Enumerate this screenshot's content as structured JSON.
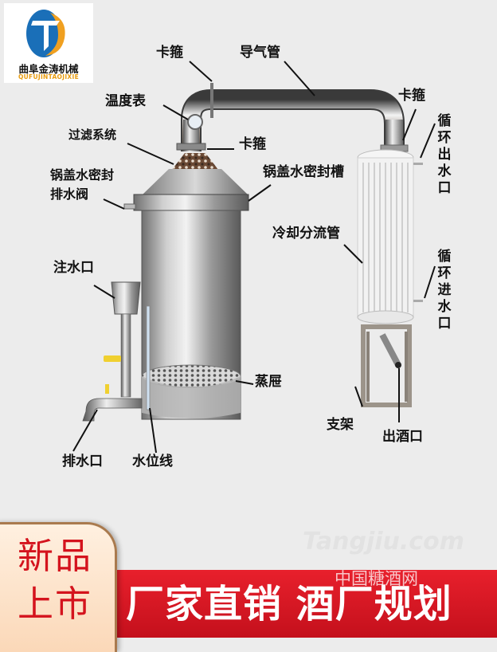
{
  "logo": {
    "company_cn": "曲阜金涛机械",
    "company_en": "QUFUJINTAOJIXIE",
    "colors": {
      "blue": "#1a6fb8",
      "orange": "#f0a020"
    }
  },
  "diagram": {
    "title_labels": {
      "clamp_top": "卡箍",
      "vapor_pipe": "导气管",
      "thermometer": "温度表",
      "filter_system": "过滤系统",
      "clamp_mid": "卡箍",
      "lid_drain_valve_line1": "锅盖水密封",
      "lid_drain_valve_line2": "排水阀",
      "lid_seal_groove": "锅盖水密封槽",
      "clamp_right": "卡箍",
      "cooling_pipe": "冷却分流管",
      "water_inlet": "注水口",
      "steamer_grate": "蒸屉",
      "drain_outlet": "排水口",
      "water_level": "水位线",
      "stand": "支架",
      "liquor_outlet": "出酒口"
    },
    "vertical_labels": {
      "circulation_out": [
        "循",
        "环",
        "出",
        "水",
        "口"
      ],
      "circulation_in": [
        "循",
        "环",
        "进",
        "水",
        "口"
      ]
    }
  },
  "watermark": {
    "brand": "Tangjiu.com",
    "site_cn": "中国糖酒网"
  },
  "banner": {
    "badge": "新品上市",
    "badge_line1": "新品",
    "badge_line2": "上市",
    "slogan": "厂家直销 酒厂规划",
    "colors": {
      "red": "#d8141f",
      "badge_bg": "#fde3c8",
      "badge_text": "#d4131d"
    }
  }
}
